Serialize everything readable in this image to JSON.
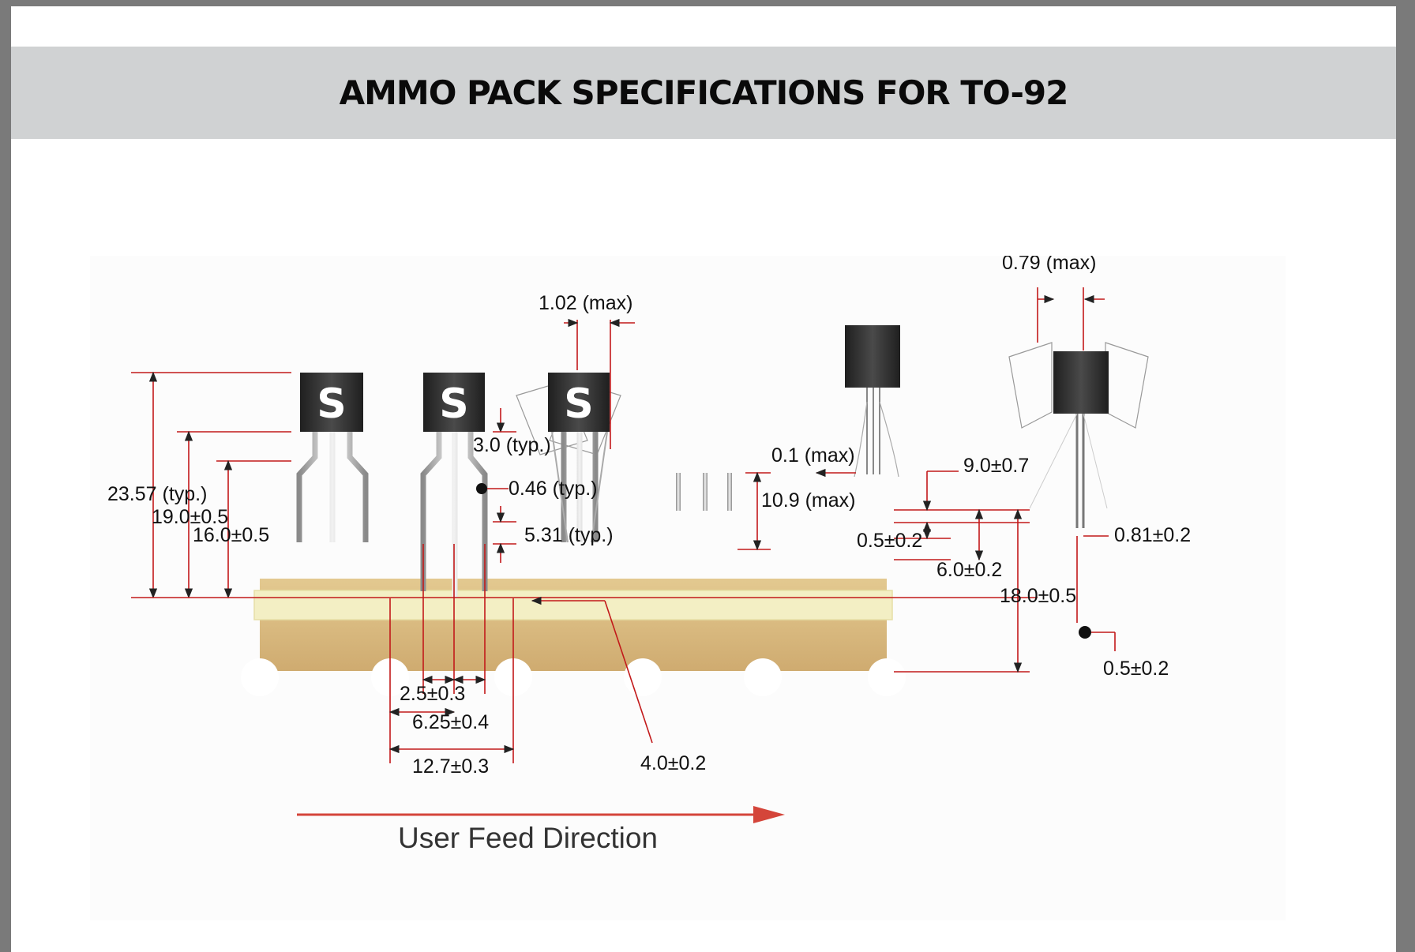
{
  "title": "AMMO PACK SPECIFICATIONS FOR TO-92",
  "colors": {
    "dimension_line": "#c2191a",
    "tape": "#d4b179",
    "adhesive_strip": "#f3efc4",
    "component_body": "#2b2b2b",
    "title_band": "#d0d2d3"
  },
  "icons": [
    "component-logo-icon",
    "feed-direction-arrow-icon"
  ],
  "diagram": {
    "component_logo": "S",
    "feed_direction": "User Feed Direction",
    "dimensions": {
      "top_side_lead": "0.79 (max)",
      "lead_offset_max": "1.02 (max)",
      "overall_height": "23.57 (typ.)",
      "height_19": "19.0±0.5",
      "height_16": "16.0±0.5",
      "lead_bend": "3.0 (typ.)",
      "lead_width": "0.46 (typ.)",
      "lead_length_tape": "5.31 (typ.)",
      "tilt_max": "0.1 (max)",
      "cut_lead_max": "10.9 (max)",
      "hold_down_tape": "9.0±0.7",
      "tape_thickness": "0.5±0.2",
      "adhesive_width": "6.0±0.2",
      "tape_width": "18.0±0.5",
      "side_tilt": "0.81±0.2",
      "lead_protrusion": "0.5±0.2",
      "lead_pitch": "2.5±0.3",
      "hole_to_lead": "6.25±0.4",
      "hole_pitch": "12.7±0.3",
      "hole_diameter": "4.0±0.2"
    }
  }
}
